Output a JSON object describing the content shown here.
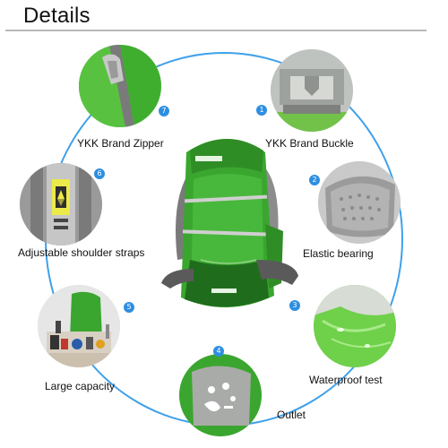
{
  "header": {
    "title": "Details"
  },
  "features": [
    {
      "number": "1",
      "label": "YKK Brand Buckle"
    },
    {
      "number": "2",
      "label": "Elastic bearing"
    },
    {
      "number": "3",
      "label": "Waterproof test"
    },
    {
      "number": "4",
      "label": "Outlet"
    },
    {
      "number": "5",
      "label": "Large capacity"
    },
    {
      "number": "6",
      "label": "Adjustable shoulder straps"
    },
    {
      "number": "7",
      "label": "YKK Brand Zipper"
    }
  ],
  "colors": {
    "accent": "#2e8fe0",
    "ring": "#3fa0ea",
    "pack_green": "#3aa62f",
    "pack_dark": "#1f6d1c"
  }
}
